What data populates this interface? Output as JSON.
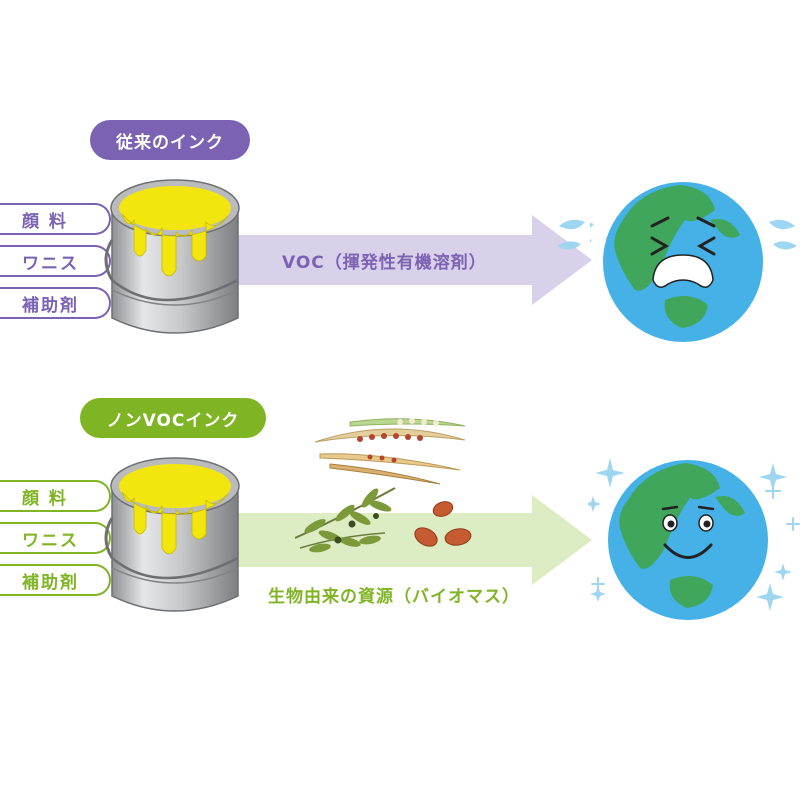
{
  "conventional": {
    "title": "従来のインク",
    "ingredients": [
      "顔 料",
      "ワニス",
      "補助剤"
    ],
    "arrow_label": "VOC（揮発性有機溶剤）"
  },
  "non_voc": {
    "title": "ノンVOCインク",
    "ingredients": [
      "顔 料",
      "ワニス",
      "補助剤"
    ],
    "arrow_label": "生物由来の資源（バイオマス）"
  },
  "colors": {
    "purple": "#7b62b3",
    "green": "#7fb525",
    "arrow_purple": "#d9d1ea",
    "arrow_green": "#dcedc3",
    "ink_yellow": "#f3e60f",
    "earth_ocean": "#45b1e6",
    "earth_land": "#3fa65c"
  },
  "icons": [
    "paint-can-icon",
    "sad-earth-icon",
    "happy-earth-icon",
    "beans-icon",
    "olive-branch-icon",
    "almonds-icon",
    "sparkle-icon",
    "tear-icon"
  ]
}
